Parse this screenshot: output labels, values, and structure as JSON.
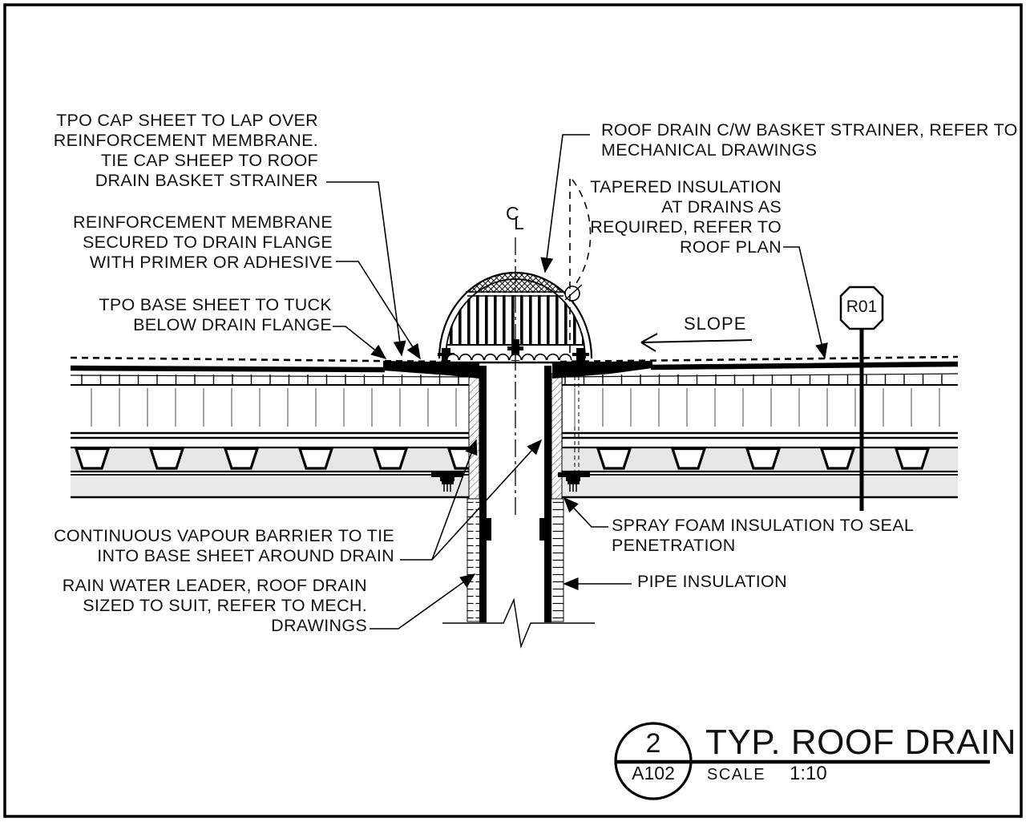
{
  "colors": {
    "line": "#000000",
    "deck_fill": "#e7e7e7",
    "tick_gray": "#9a9a9a",
    "background": "#ffffff"
  },
  "notes": {
    "tpo_cap": {
      "lines": [
        "TPO CAP SHEET TO LAP OVER",
        "REINFORCEMENT MEMBRANE.",
        "TIE CAP SHEEP TO ROOF",
        "DRAIN BASKET STRAINER"
      ]
    },
    "reinforcement": {
      "lines": [
        "REINFORCEMENT MEMBRANE",
        "SECURED TO DRAIN FLANGE",
        "WITH PRIMER OR ADHESIVE"
      ]
    },
    "tpo_base": {
      "lines": [
        "TPO BASE SHEET TO TUCK",
        "BELOW DRAIN FLANGE"
      ]
    },
    "vapour": {
      "lines": [
        "CONTINUOUS VAPOUR BARRIER TO TIE",
        "INTO BASE SHEET AROUND DRAIN"
      ]
    },
    "rwl": {
      "lines": [
        "RAIN WATER LEADER, ROOF DRAIN",
        "SIZED TO SUIT, REFER TO MECH.",
        "DRAWINGS"
      ]
    },
    "roof_drain": {
      "lines": [
        "ROOF DRAIN C/W BASKET STRAINER, REFER TO",
        "MECHANICAL DRAWINGS"
      ]
    },
    "tapered": {
      "lines": [
        "TAPERED INSULATION",
        "AT DRAINS AS",
        "REQUIRED, REFER TO",
        "ROOF PLAN"
      ]
    },
    "spray_foam": {
      "lines": [
        "SPRAY FOAM INSULATION TO SEAL",
        "PENETRATION"
      ]
    },
    "pipe_ins": {
      "lines": [
        "PIPE INSULATION"
      ]
    }
  },
  "labels": {
    "slope": "SLOPE",
    "revision_tag": "R01",
    "centerline_c": "C",
    "centerline_l": "L"
  },
  "title_block": {
    "detail_number": "2",
    "sheet_number": "A102",
    "title": "TYP. ROOF DRAIN",
    "scale_label": "SCALE",
    "scale_value": "1:10"
  }
}
